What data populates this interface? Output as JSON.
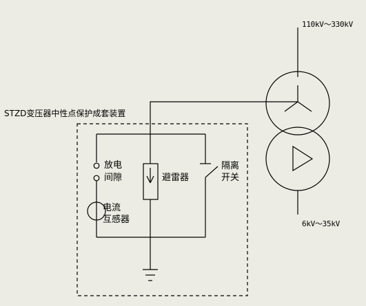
{
  "diagram": {
    "high_voltage_label": "110kV～330kV",
    "low_voltage_label": "6kV～35kV",
    "device_title": "STZD变压器中性点保护成套装置",
    "gap_label_1": "放电",
    "gap_label_2": "间隙",
    "ct_label_1": "电流",
    "ct_label_2": "互感器",
    "arrester_label": "避雷器",
    "switch_label_1": "隔离",
    "switch_label_2": "开关",
    "colors": {
      "background": "#ecece4",
      "line": "#000000"
    }
  }
}
